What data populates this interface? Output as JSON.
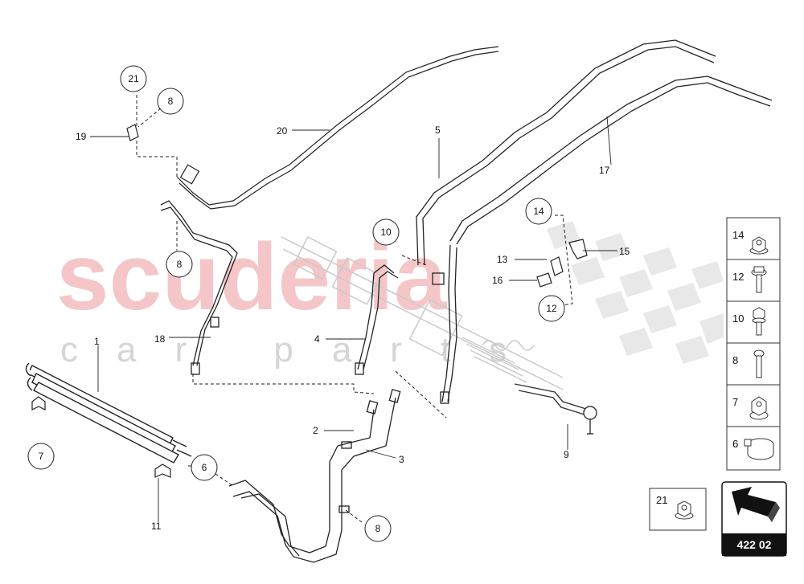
{
  "watermark": {
    "brand": "scuderia",
    "sub": "car parts"
  },
  "part_labels": [
    {
      "id": "1",
      "text": "1"
    },
    {
      "id": "2",
      "text": "2"
    },
    {
      "id": "3",
      "text": "3"
    },
    {
      "id": "4",
      "text": "4"
    },
    {
      "id": "5",
      "text": "5"
    },
    {
      "id": "9",
      "text": "9"
    },
    {
      "id": "11",
      "text": "11"
    },
    {
      "id": "13",
      "text": "13"
    },
    {
      "id": "15",
      "text": "15"
    },
    {
      "id": "16",
      "text": "16"
    },
    {
      "id": "17",
      "text": "17"
    },
    {
      "id": "18",
      "text": "18"
    },
    {
      "id": "19",
      "text": "19"
    },
    {
      "id": "20",
      "text": "20"
    }
  ],
  "callouts": [
    "21",
    "8",
    "8",
    "10",
    "14",
    "12",
    "7",
    "6",
    "8"
  ],
  "legend": [
    "14",
    "12",
    "10",
    "8",
    "7",
    "6"
  ],
  "extra_legend": "21",
  "reference": "422 02",
  "colors": {
    "line": "#222222",
    "watermark": "#f3b8bb",
    "ref_box": "#111111"
  }
}
